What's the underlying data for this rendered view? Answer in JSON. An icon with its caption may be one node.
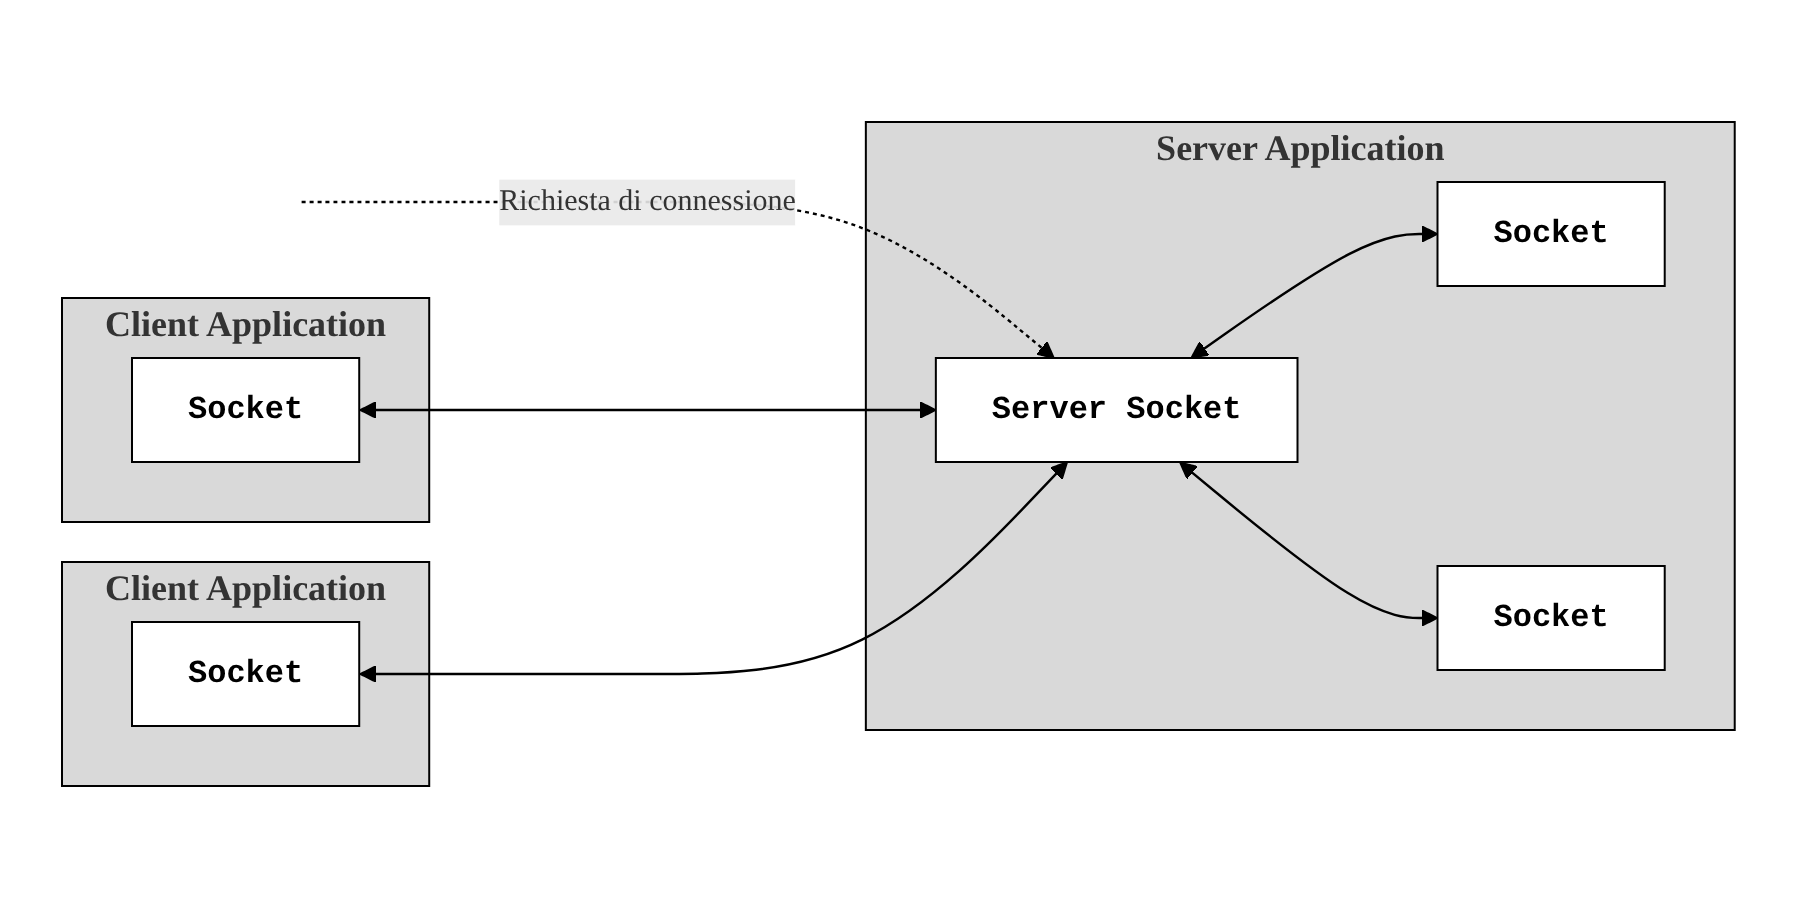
{
  "diagram": {
    "nodes": [
      {
        "text": [
          "Client Application"
        ]
      },
      {
        "text": [
          "Socket"
        ],
        "in": 0
      },
      {
        "text": [
          "Client Application"
        ]
      },
      {
        "text": [
          "Socket"
        ],
        "in": 2
      },
      {
        "text": [
          "Server Application"
        ]
      },
      {
        "text": [
          "Server Socket"
        ],
        "in": 4
      },
      {
        "text": [
          "Socket"
        ],
        "in": 4
      },
      {
        "text": [
          "Socket"
        ],
        "in": 4
      }
    ],
    "edges": [
      {
        "from": null,
        "to": 5,
        "arrow": "to",
        "style": "dashed",
        "label": "Richiesta di connessione"
      },
      {
        "from": 1,
        "to": 5,
        "arrow": "both"
      },
      {
        "from": 3,
        "to": 5,
        "arrow": "both"
      },
      {
        "from": 5,
        "to": 6,
        "arrow": "both"
      },
      {
        "from": 5,
        "to": 7,
        "arrow": "both"
      }
    ]
  }
}
